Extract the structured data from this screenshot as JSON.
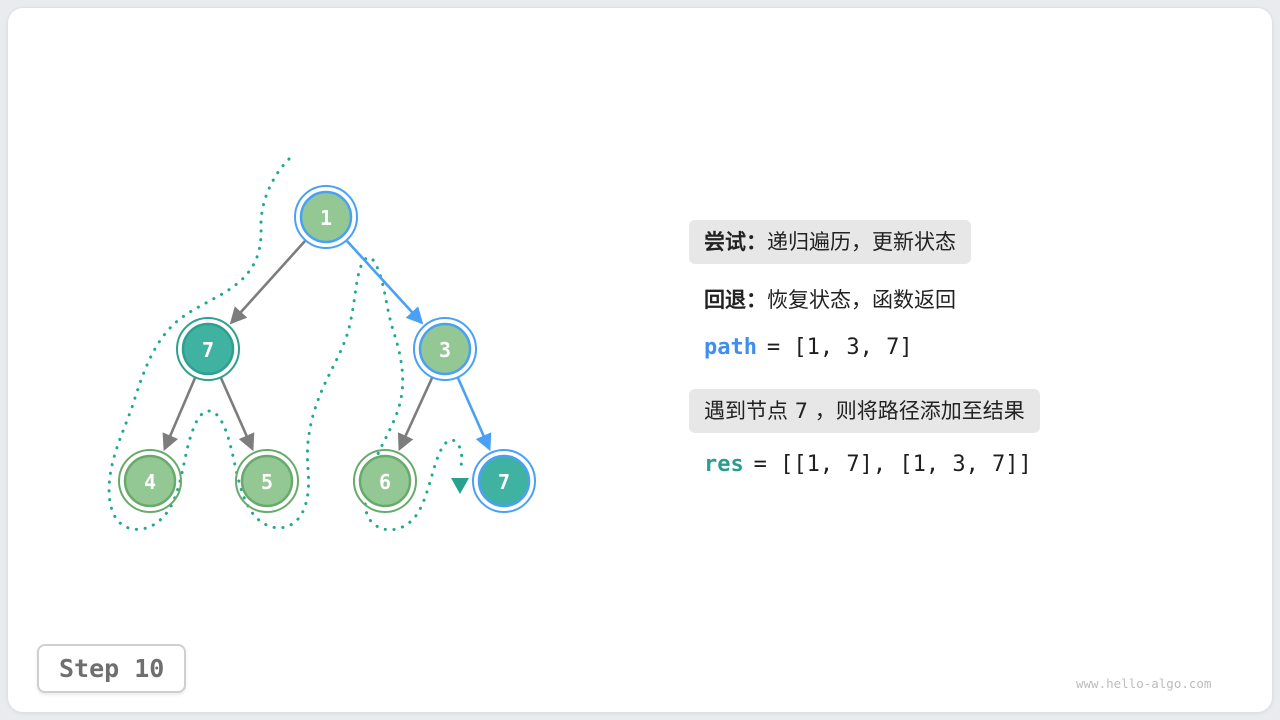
{
  "colors": {
    "node_green_fill": "#93c794",
    "node_green_stroke": "#68aa6c",
    "node_teal_fill": "#3fb2a2",
    "node_teal_stroke": "#2f9f90",
    "highlight_blue": "#4aa0f5",
    "edge_gray": "#7d7d7d",
    "trace_dotted": "#1fa98e",
    "callout_bg": "#e7e7e7",
    "keyword_path_blue": "#3f8ef0",
    "keyword_res_teal": "#2a9d8f"
  },
  "tree": {
    "nodes": [
      {
        "label": "1",
        "fill": "green",
        "ring": "blue"
      },
      {
        "label": "7",
        "fill": "teal",
        "ring": "teal"
      },
      {
        "label": "3",
        "fill": "green",
        "ring": "blue"
      },
      {
        "label": "4",
        "fill": "green",
        "ring": "green"
      },
      {
        "label": "5",
        "fill": "green",
        "ring": "green"
      },
      {
        "label": "6",
        "fill": "green",
        "ring": "green"
      },
      {
        "label": "7",
        "fill": "teal",
        "ring": "blue"
      }
    ],
    "edges": [
      {
        "from": "1",
        "to": "7-left",
        "color": "gray"
      },
      {
        "from": "1",
        "to": "3",
        "color": "blue"
      },
      {
        "from": "7-left",
        "to": "4",
        "color": "gray"
      },
      {
        "from": "7-left",
        "to": "5",
        "color": "gray"
      },
      {
        "from": "3",
        "to": "6",
        "color": "gray"
      },
      {
        "from": "3",
        "to": "7-right",
        "color": "blue"
      }
    ]
  },
  "annotations": {
    "try": {
      "label": "尝试：",
      "text": "递归遍历，更新状态"
    },
    "backtrack": {
      "label": "回退：",
      "text": "恢复状态，函数返回"
    },
    "path": {
      "keyword": "path",
      "value": "= [1, 3, 7]"
    },
    "note": {
      "text": "遇到节点 7 ，则将路径添加至结果"
    },
    "res": {
      "keyword": "res",
      "value": "= [[1, 7], [1, 3, 7]]"
    }
  },
  "step": {
    "label": "Step 10"
  },
  "watermark": {
    "text": "www.hello-algo.com"
  }
}
